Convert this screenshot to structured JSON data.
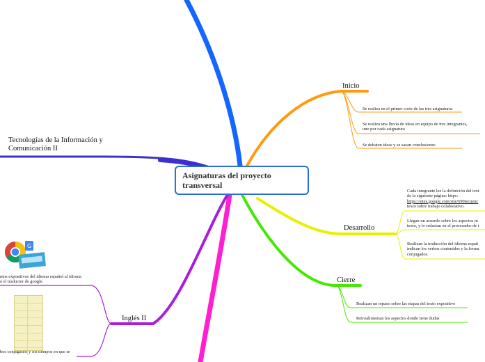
{
  "central": {
    "title": "Asignaturas del proyecto transversal"
  },
  "branches": {
    "tic": {
      "label": "Tecnologías de la Información y\nComunicación II"
    },
    "ingles": {
      "label": "Inglés II",
      "children": [
        "ntos expositivos del idioma español al idioma\no el traductor de google.",
        "bos conjugados y los tiempos en que se"
      ]
    },
    "inicio": {
      "label": "Inicio",
      "children": [
        "Se realiza en el primer corte de las tres asignaturas",
        "Se realiza una lluvia de ideas en equipo de tres integrantes,\nuno por cada asignatura",
        "Se debaten ideas y se sacan conclusiones"
      ]
    },
    "desarrollo": {
      "label": "Desarrollo",
      "children": [
        "Cada integrante lee la definición del text\nde la siguiente página: https:\nhttps://sites.google.com/site/690tecuenc\ntexto sobre trabajo colaborativo.",
        "Llegan un acuerdo sobre los aspectos m\ntexto, y lo redactan en el procesador de t",
        "Realizan la traducción del idioma españ\nindican los verbos contenidos y la forma\nconjugados."
      ]
    },
    "cierre": {
      "label": "Cierre",
      "children": [
        "Realizan un repaso sobre las etapas del texto expositivo",
        "Retroalimentan los aspectos donde tiene dudas"
      ]
    }
  },
  "colors": {
    "blue_branch": "#1565ff",
    "tic_branch": "#3b2fd0",
    "ingles_branch": "#a61de0",
    "magenta_branch": "#ff1fd0",
    "inicio_branch": "#ff9b0f",
    "desarrollo_branch": "#e8f000",
    "cierre_branch": "#44e800",
    "central_border": "#2a6fd6"
  },
  "icons": [
    "chrome-icon",
    "google-translate-icon",
    "translate-image",
    "verb-table-image"
  ]
}
